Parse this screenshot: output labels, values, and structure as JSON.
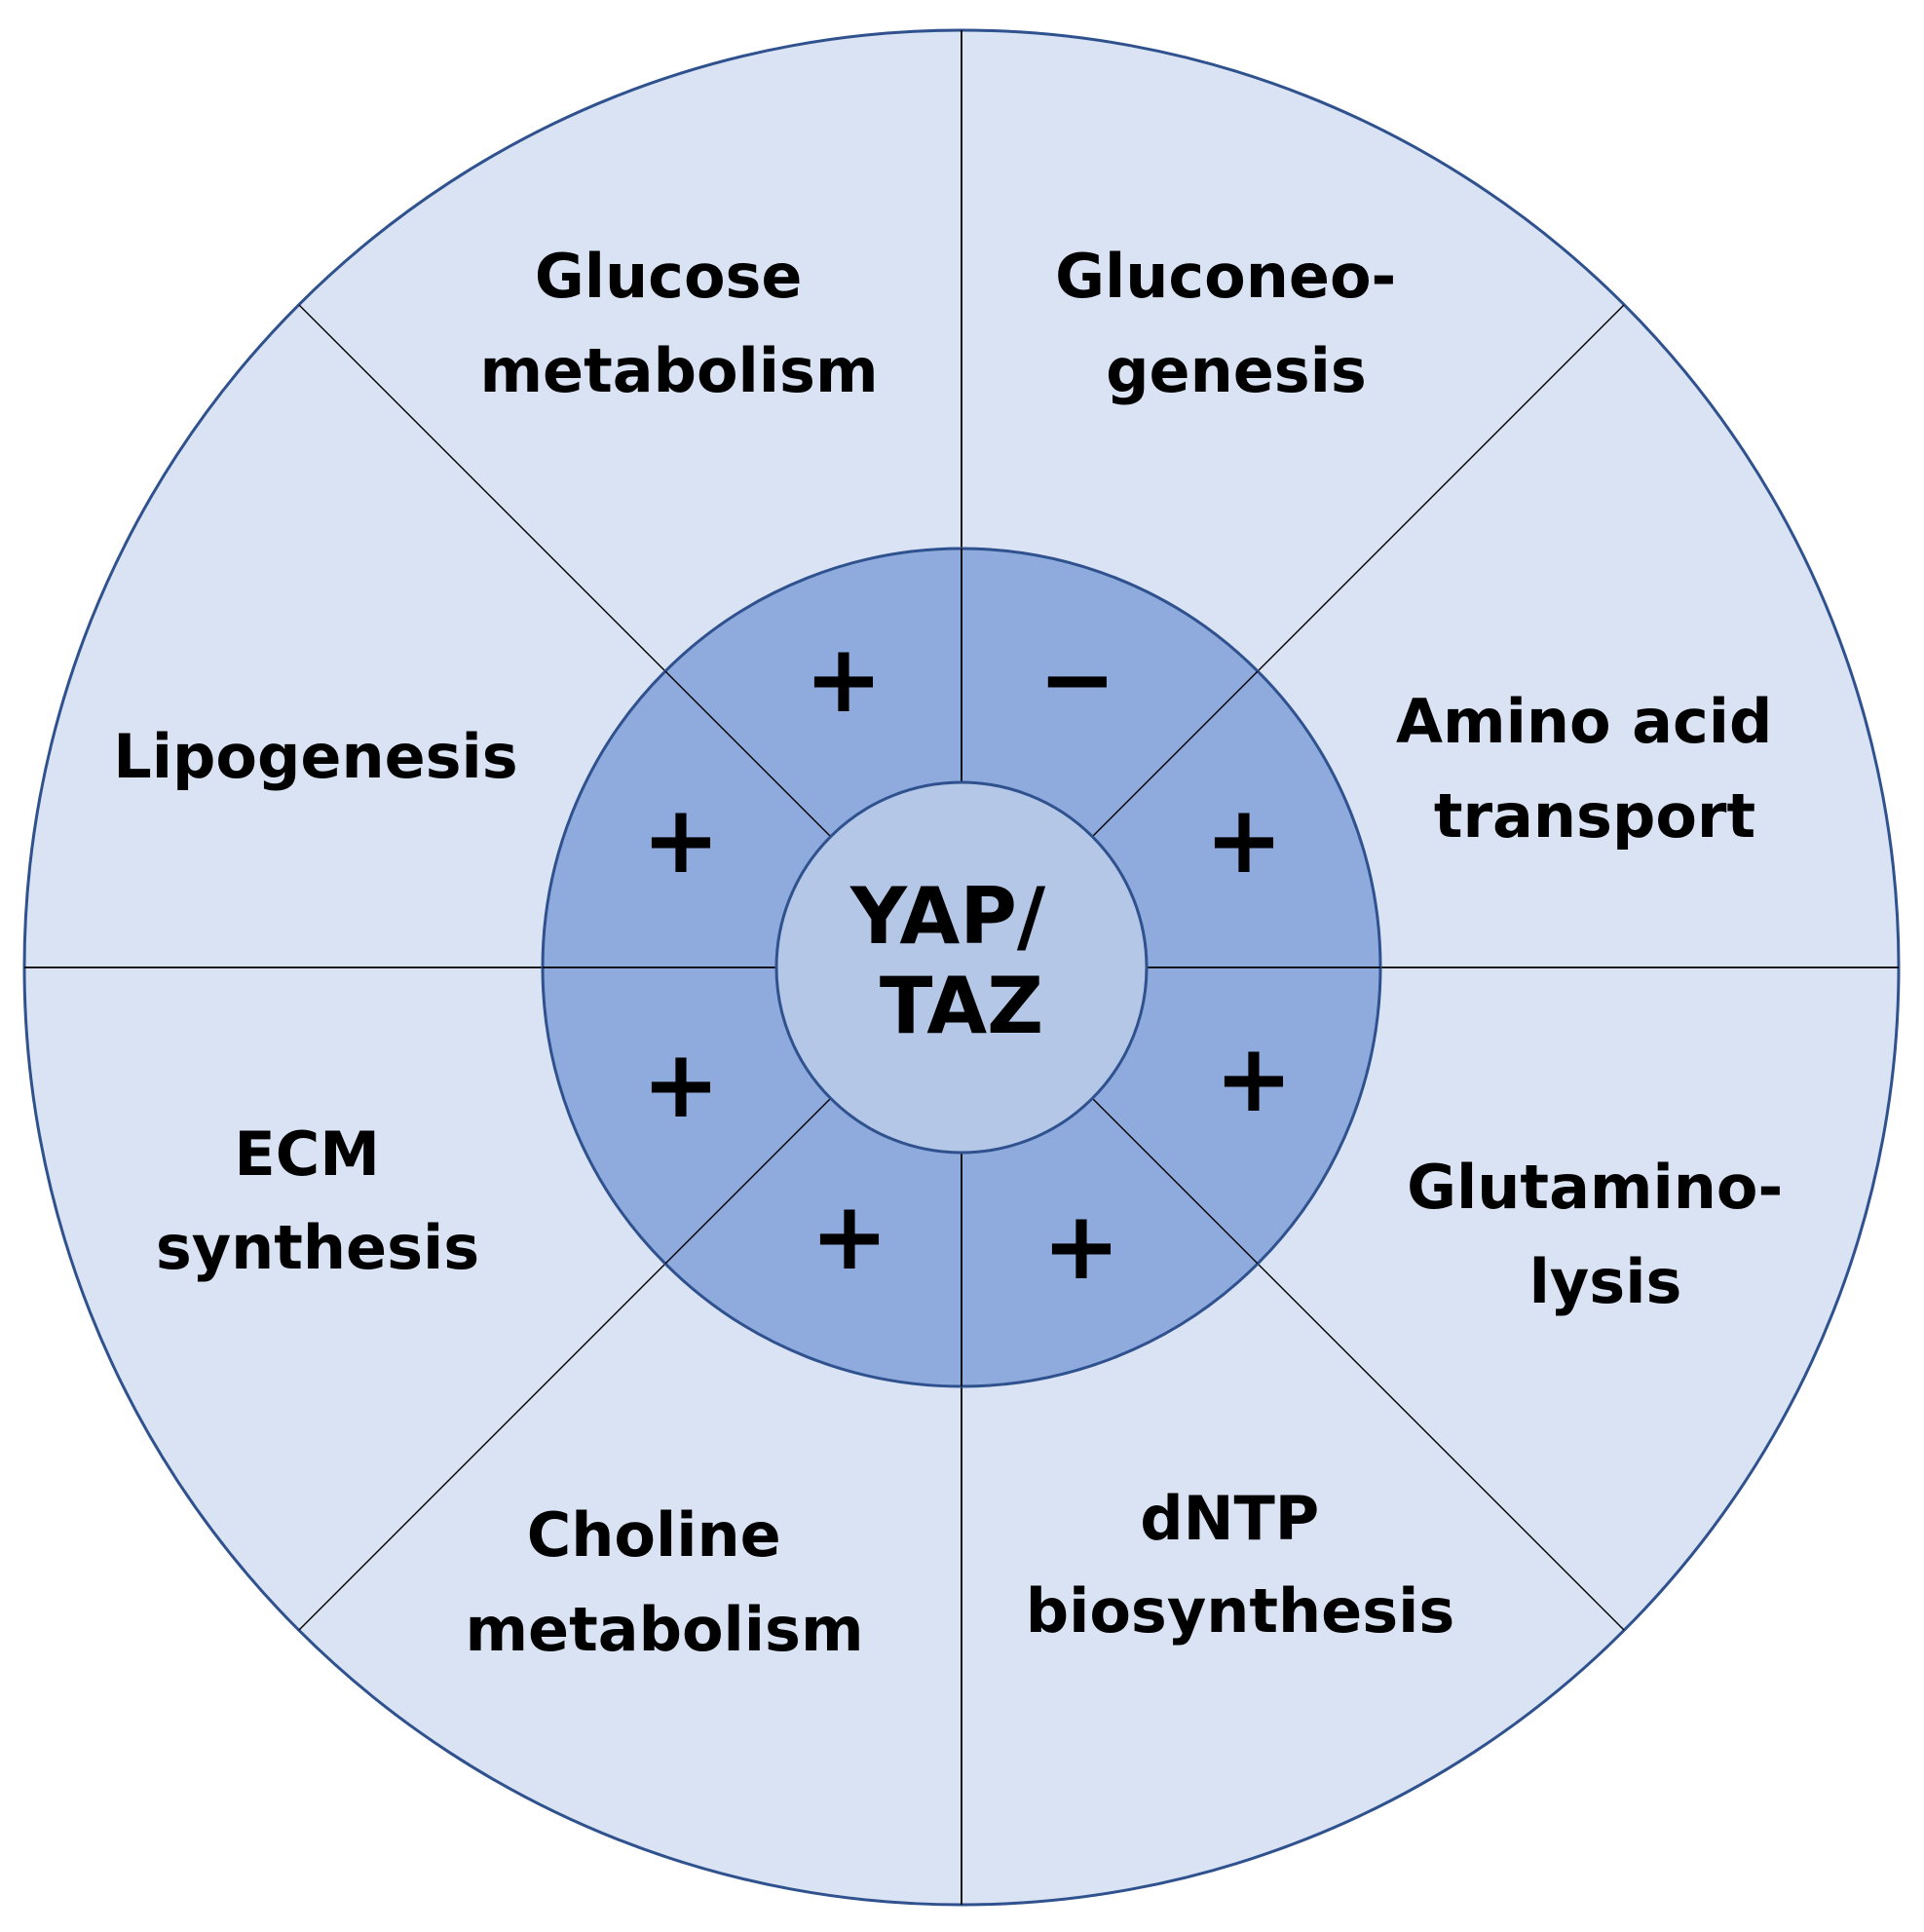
{
  "center": {
    "line1": "YAP/",
    "line2": "TAZ"
  },
  "segments": [
    {
      "id": "glucose-metabolism",
      "lines": [
        "Glucose",
        "metabolism"
      ],
      "effect": "+"
    },
    {
      "id": "gluconeogenesis",
      "lines": [
        "Gluconeo-",
        "genesis"
      ],
      "effect": "−"
    },
    {
      "id": "amino-acid-transport",
      "lines": [
        "Amino acid",
        "transport"
      ],
      "effect": "+"
    },
    {
      "id": "glutaminolysis",
      "lines": [
        "Glutamino-",
        "lysis"
      ],
      "effect": "+"
    },
    {
      "id": "dntp-biosynthesis",
      "lines": [
        "dNTP",
        "biosynthesis"
      ],
      "effect": "+"
    },
    {
      "id": "choline-metabolism",
      "lines": [
        "Choline",
        "metabolism"
      ],
      "effect": "+"
    },
    {
      "id": "ecm-synthesis",
      "lines": [
        "ECM",
        "synthesis"
      ],
      "effect": "+"
    },
    {
      "id": "lipogenesis",
      "lines": [
        "Lipogenesis"
      ],
      "effect": "+"
    }
  ],
  "colors": {
    "outer_ring": "#dae3f3",
    "middle_ring": "#8faadc",
    "inner_circle": "#b4c7e7",
    "ring_stroke": "#2f528f",
    "spokes": "#000000"
  }
}
